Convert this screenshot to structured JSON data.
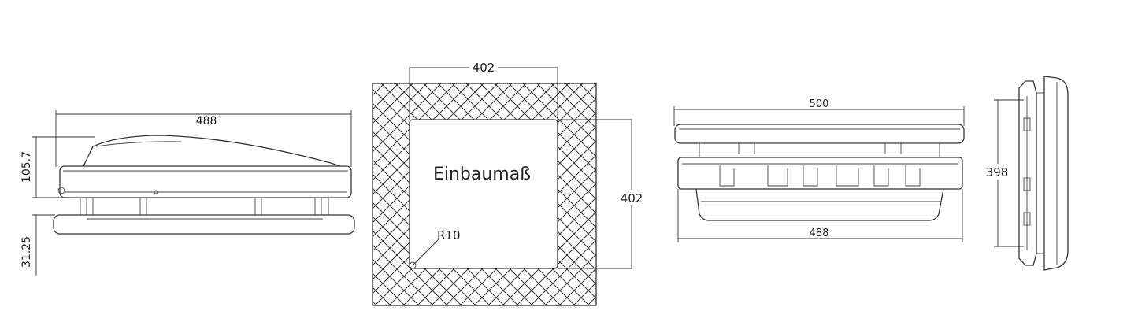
{
  "views": {
    "side": {
      "width": "488",
      "height_dome": "105.7",
      "height_frame": "31.25"
    },
    "cutout": {
      "label": "Einbaumaß",
      "width": "402",
      "height": "402",
      "radius": "R10"
    },
    "front": {
      "width_top": "500",
      "width_bottom": "488"
    },
    "end": {
      "height": "398"
    }
  },
  "colors": {
    "line": "#333333",
    "background": "#ffffff"
  }
}
